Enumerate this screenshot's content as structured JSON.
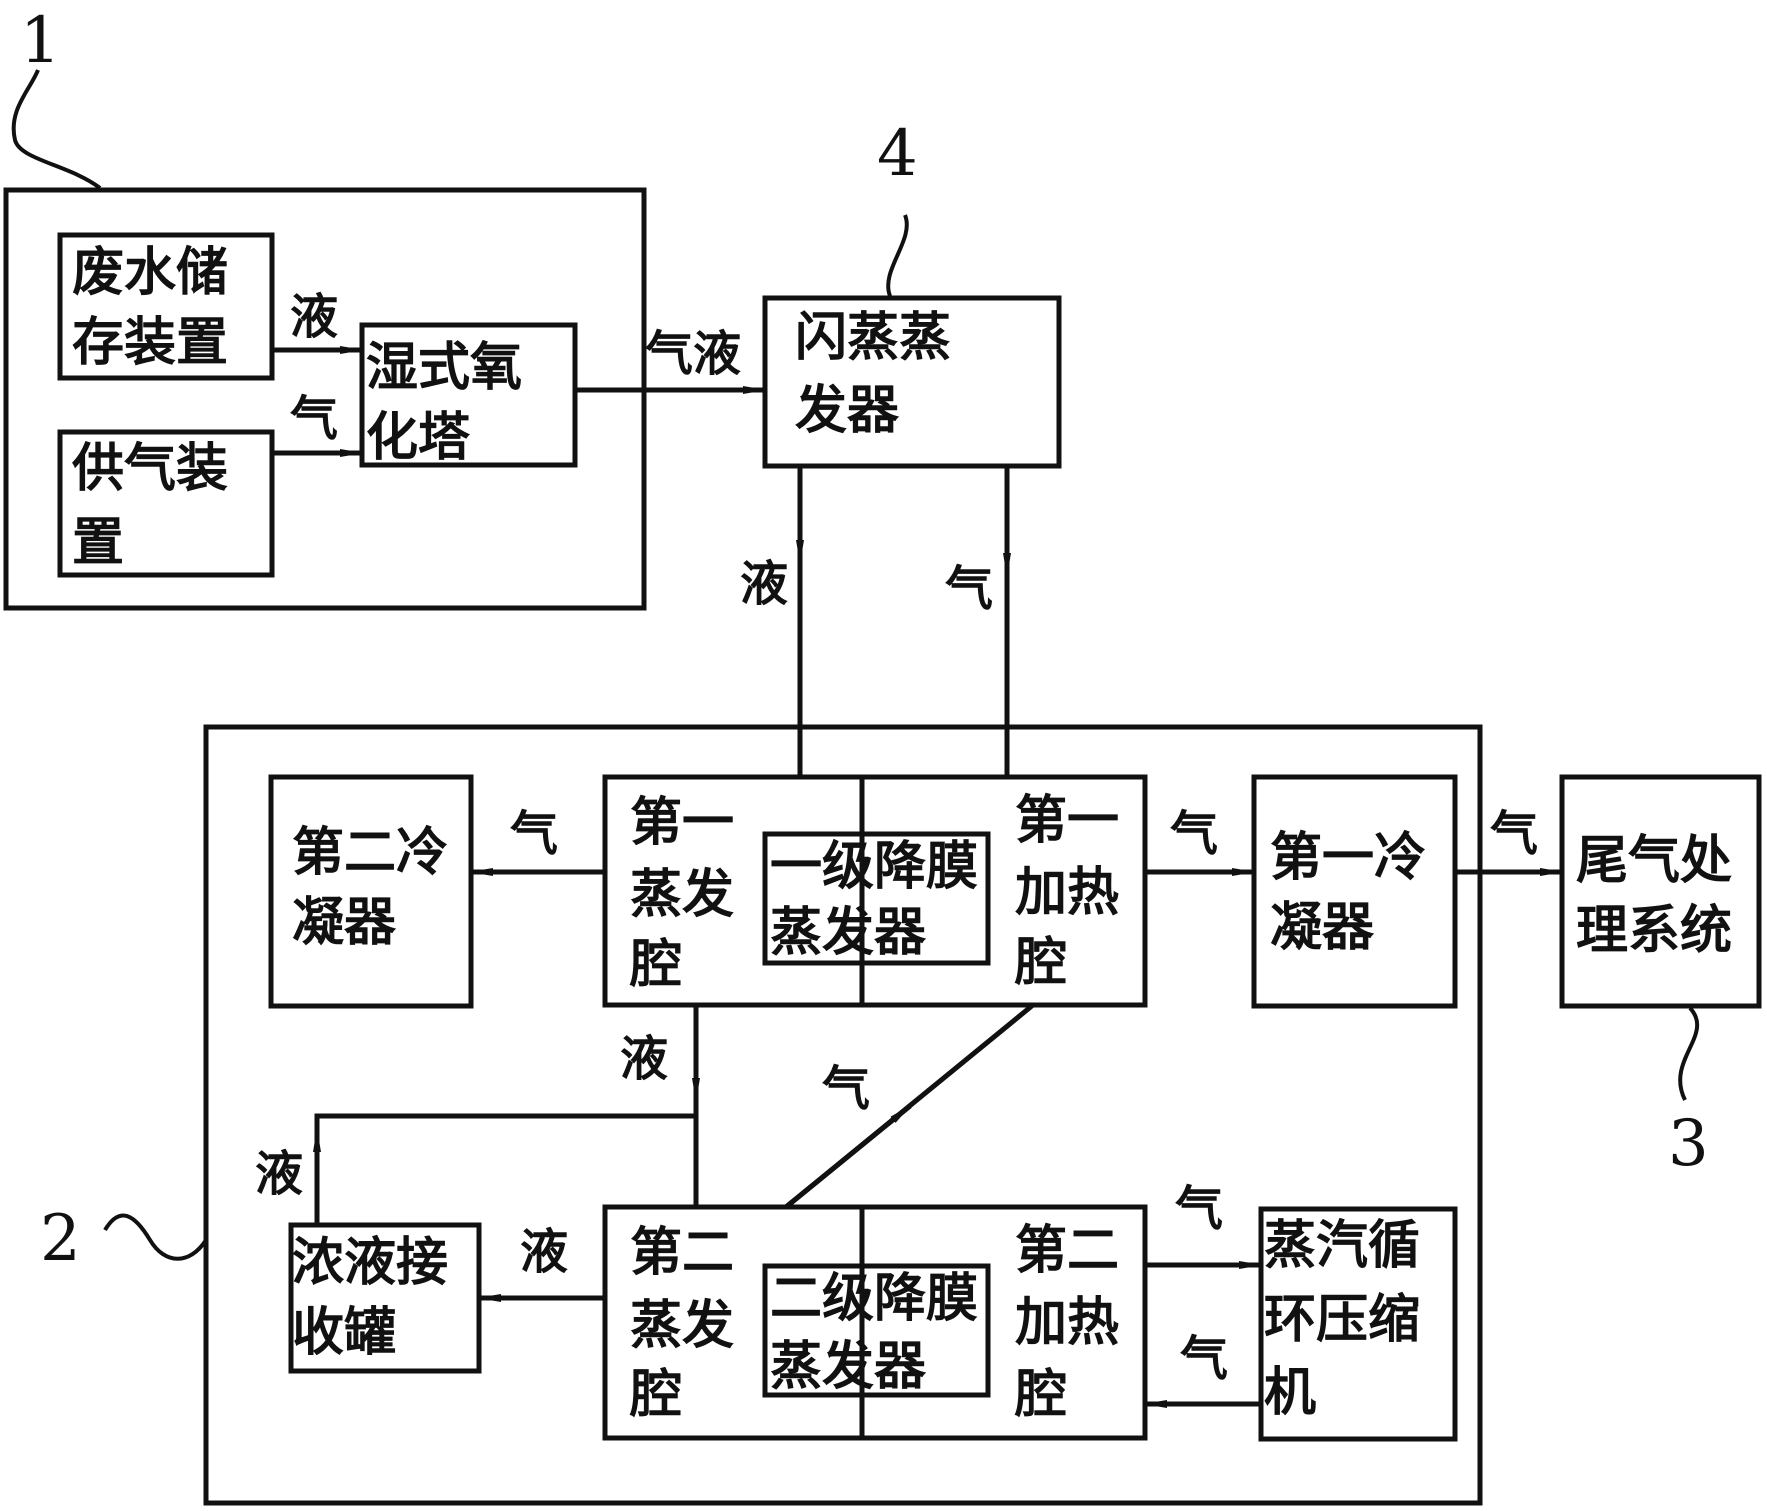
{
  "callouts": {
    "c1": "1",
    "c2": "2",
    "c3": "3",
    "c4": "4"
  },
  "boxes": {
    "wastewater_storage": [
      "废水储",
      "存装置"
    ],
    "gas_supply": [
      "供气装",
      "置"
    ],
    "wet_oxidation_tower": [
      "湿式氧",
      "化塔"
    ],
    "flash_evaporator": [
      "闪蒸蒸",
      "发器"
    ],
    "second_condenser": [
      "第二冷",
      "凝器"
    ],
    "first_evap_chamber": [
      "第一",
      "蒸发",
      "腔"
    ],
    "first_falling_film": [
      "一级降膜",
      "蒸发器"
    ],
    "first_heating_chamber": [
      "第一",
      "加热",
      "腔"
    ],
    "first_condenser": [
      "第一冷",
      "凝器"
    ],
    "tail_gas_system": [
      "尾气处",
      "理系统"
    ],
    "conc_receiver": [
      "浓液接",
      "收罐"
    ],
    "second_evap_chamber": [
      "第二",
      "蒸发",
      "腔"
    ],
    "second_falling_film": [
      "二级降膜",
      "蒸发器"
    ],
    "second_heating_chamber": [
      "第二",
      "加热",
      "腔"
    ],
    "mvr_compressor": [
      "蒸汽循",
      "环压缩",
      "机"
    ]
  },
  "flow_labels": {
    "storage_to_tower": "液",
    "supply_to_tower": "气",
    "tower_to_flash": "气液",
    "flash_liquid_down": "液",
    "flash_gas_down": "气",
    "to_second_condenser": "气",
    "to_first_condenser": "气",
    "to_tail_gas": "气",
    "evap1_liquid_down": "液",
    "evap2_gas_up": "气",
    "receiver_liquid_up": "液",
    "to_receiver": "液",
    "to_compressor": "气",
    "from_compressor": "气"
  },
  "colors": {
    "stroke": "#111111",
    "background": "#ffffff"
  }
}
